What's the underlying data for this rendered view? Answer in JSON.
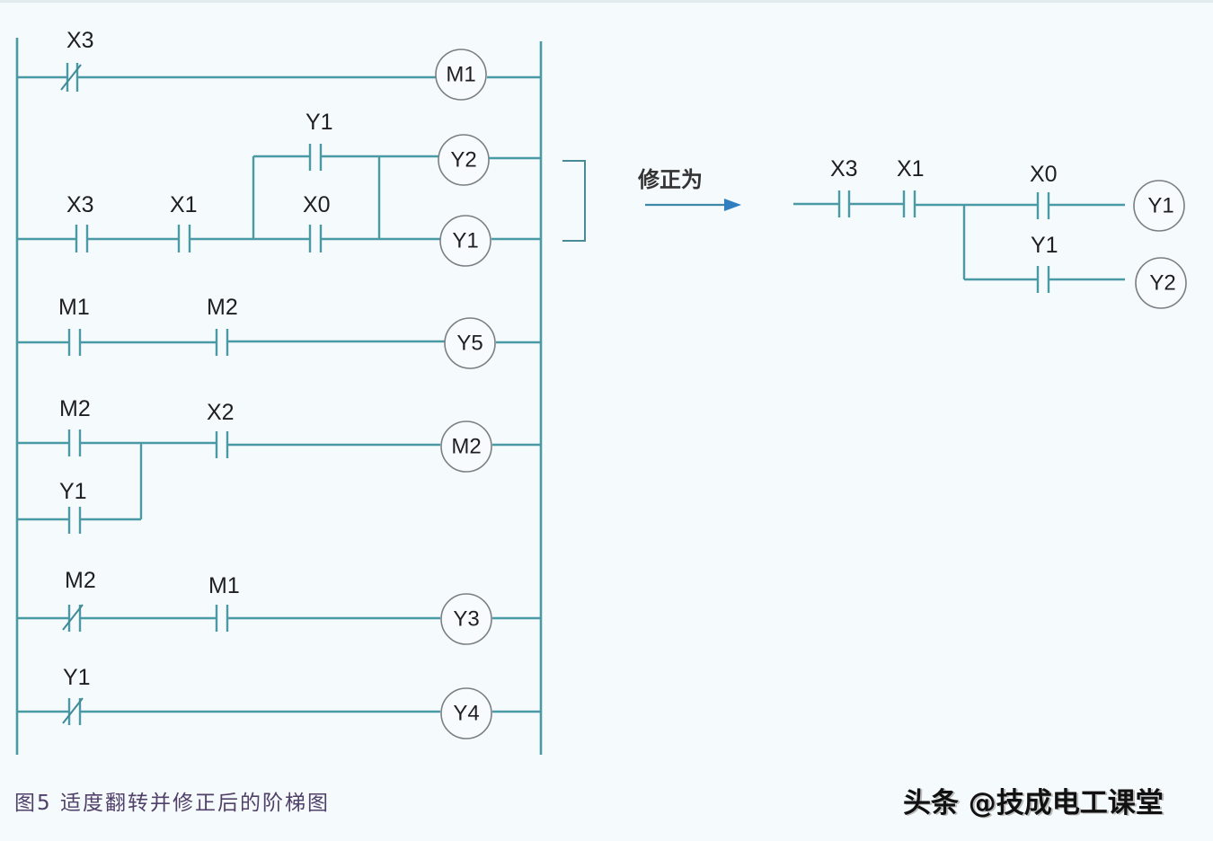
{
  "caption": "图5 适度翻转并修正后的阶梯图",
  "watermark": "头条 @技成电工课堂",
  "annotation": "修正为",
  "colors": {
    "wire": "#4a9aa5",
    "coil_border": "#7a7f85",
    "text": "#1e1e24",
    "arrow": "#2f7fc0"
  },
  "left_diagram": {
    "rungs": [
      {
        "coil": "M1",
        "series": [
          {
            "label": "X3",
            "type": "NC"
          }
        ]
      },
      {
        "coils": [
          "Y2",
          "Y1"
        ],
        "series": [
          {
            "label": "X3",
            "type": "NO"
          },
          {
            "label": "X1",
            "type": "NO"
          }
        ],
        "parallel": [
          {
            "label": "Y1",
            "type": "NO"
          },
          {
            "label": "X0",
            "type": "NO"
          }
        ]
      },
      {
        "coil": "Y5",
        "series": [
          {
            "label": "M1",
            "type": "NO"
          },
          {
            "label": "M2",
            "type": "NO"
          }
        ]
      },
      {
        "coil": "M2",
        "branch": [
          {
            "label": "M2",
            "type": "NO"
          },
          {
            "label": "Y1",
            "type": "NO"
          }
        ],
        "series": [
          {
            "label": "X2",
            "type": "NO"
          }
        ]
      },
      {
        "coil": "Y3",
        "series": [
          {
            "label": "M2",
            "type": "NC"
          },
          {
            "label": "M1",
            "type": "NO"
          }
        ]
      },
      {
        "coil": "Y4",
        "series": [
          {
            "label": "Y1",
            "type": "NC"
          }
        ]
      }
    ]
  },
  "right_diagram": {
    "series": [
      {
        "label": "X3",
        "type": "NO"
      },
      {
        "label": "X1",
        "type": "NO"
      }
    ],
    "outputs": [
      {
        "contact": "X0",
        "type": "NO",
        "coil": "Y1"
      },
      {
        "contact": "Y1",
        "type": "NO",
        "coil": "Y2"
      }
    ]
  },
  "labels": {
    "r1_c1": "X3",
    "r1_coil": "M1",
    "r2_top": "Y1",
    "r2_c1": "X3",
    "r2_c2": "X1",
    "r2_c3": "X0",
    "r2_coil_top": "Y2",
    "r2_coil_bot": "Y1",
    "r3_c1": "M1",
    "r3_c2": "M2",
    "r3_coil": "Y5",
    "r4_c1": "M2",
    "r4_c2": "X2",
    "r4_c3": "Y1",
    "r4_coil": "M2",
    "r5_c1": "M2",
    "r5_c2": "M1",
    "r5_coil": "Y3",
    "r6_c1": "Y1",
    "r6_coil": "Y4",
    "rt_c1": "X3",
    "rt_c2": "X1",
    "rt_c3": "X0",
    "rt_c4": "Y1",
    "rt_coil1": "Y1",
    "rt_coil2": "Y2"
  }
}
